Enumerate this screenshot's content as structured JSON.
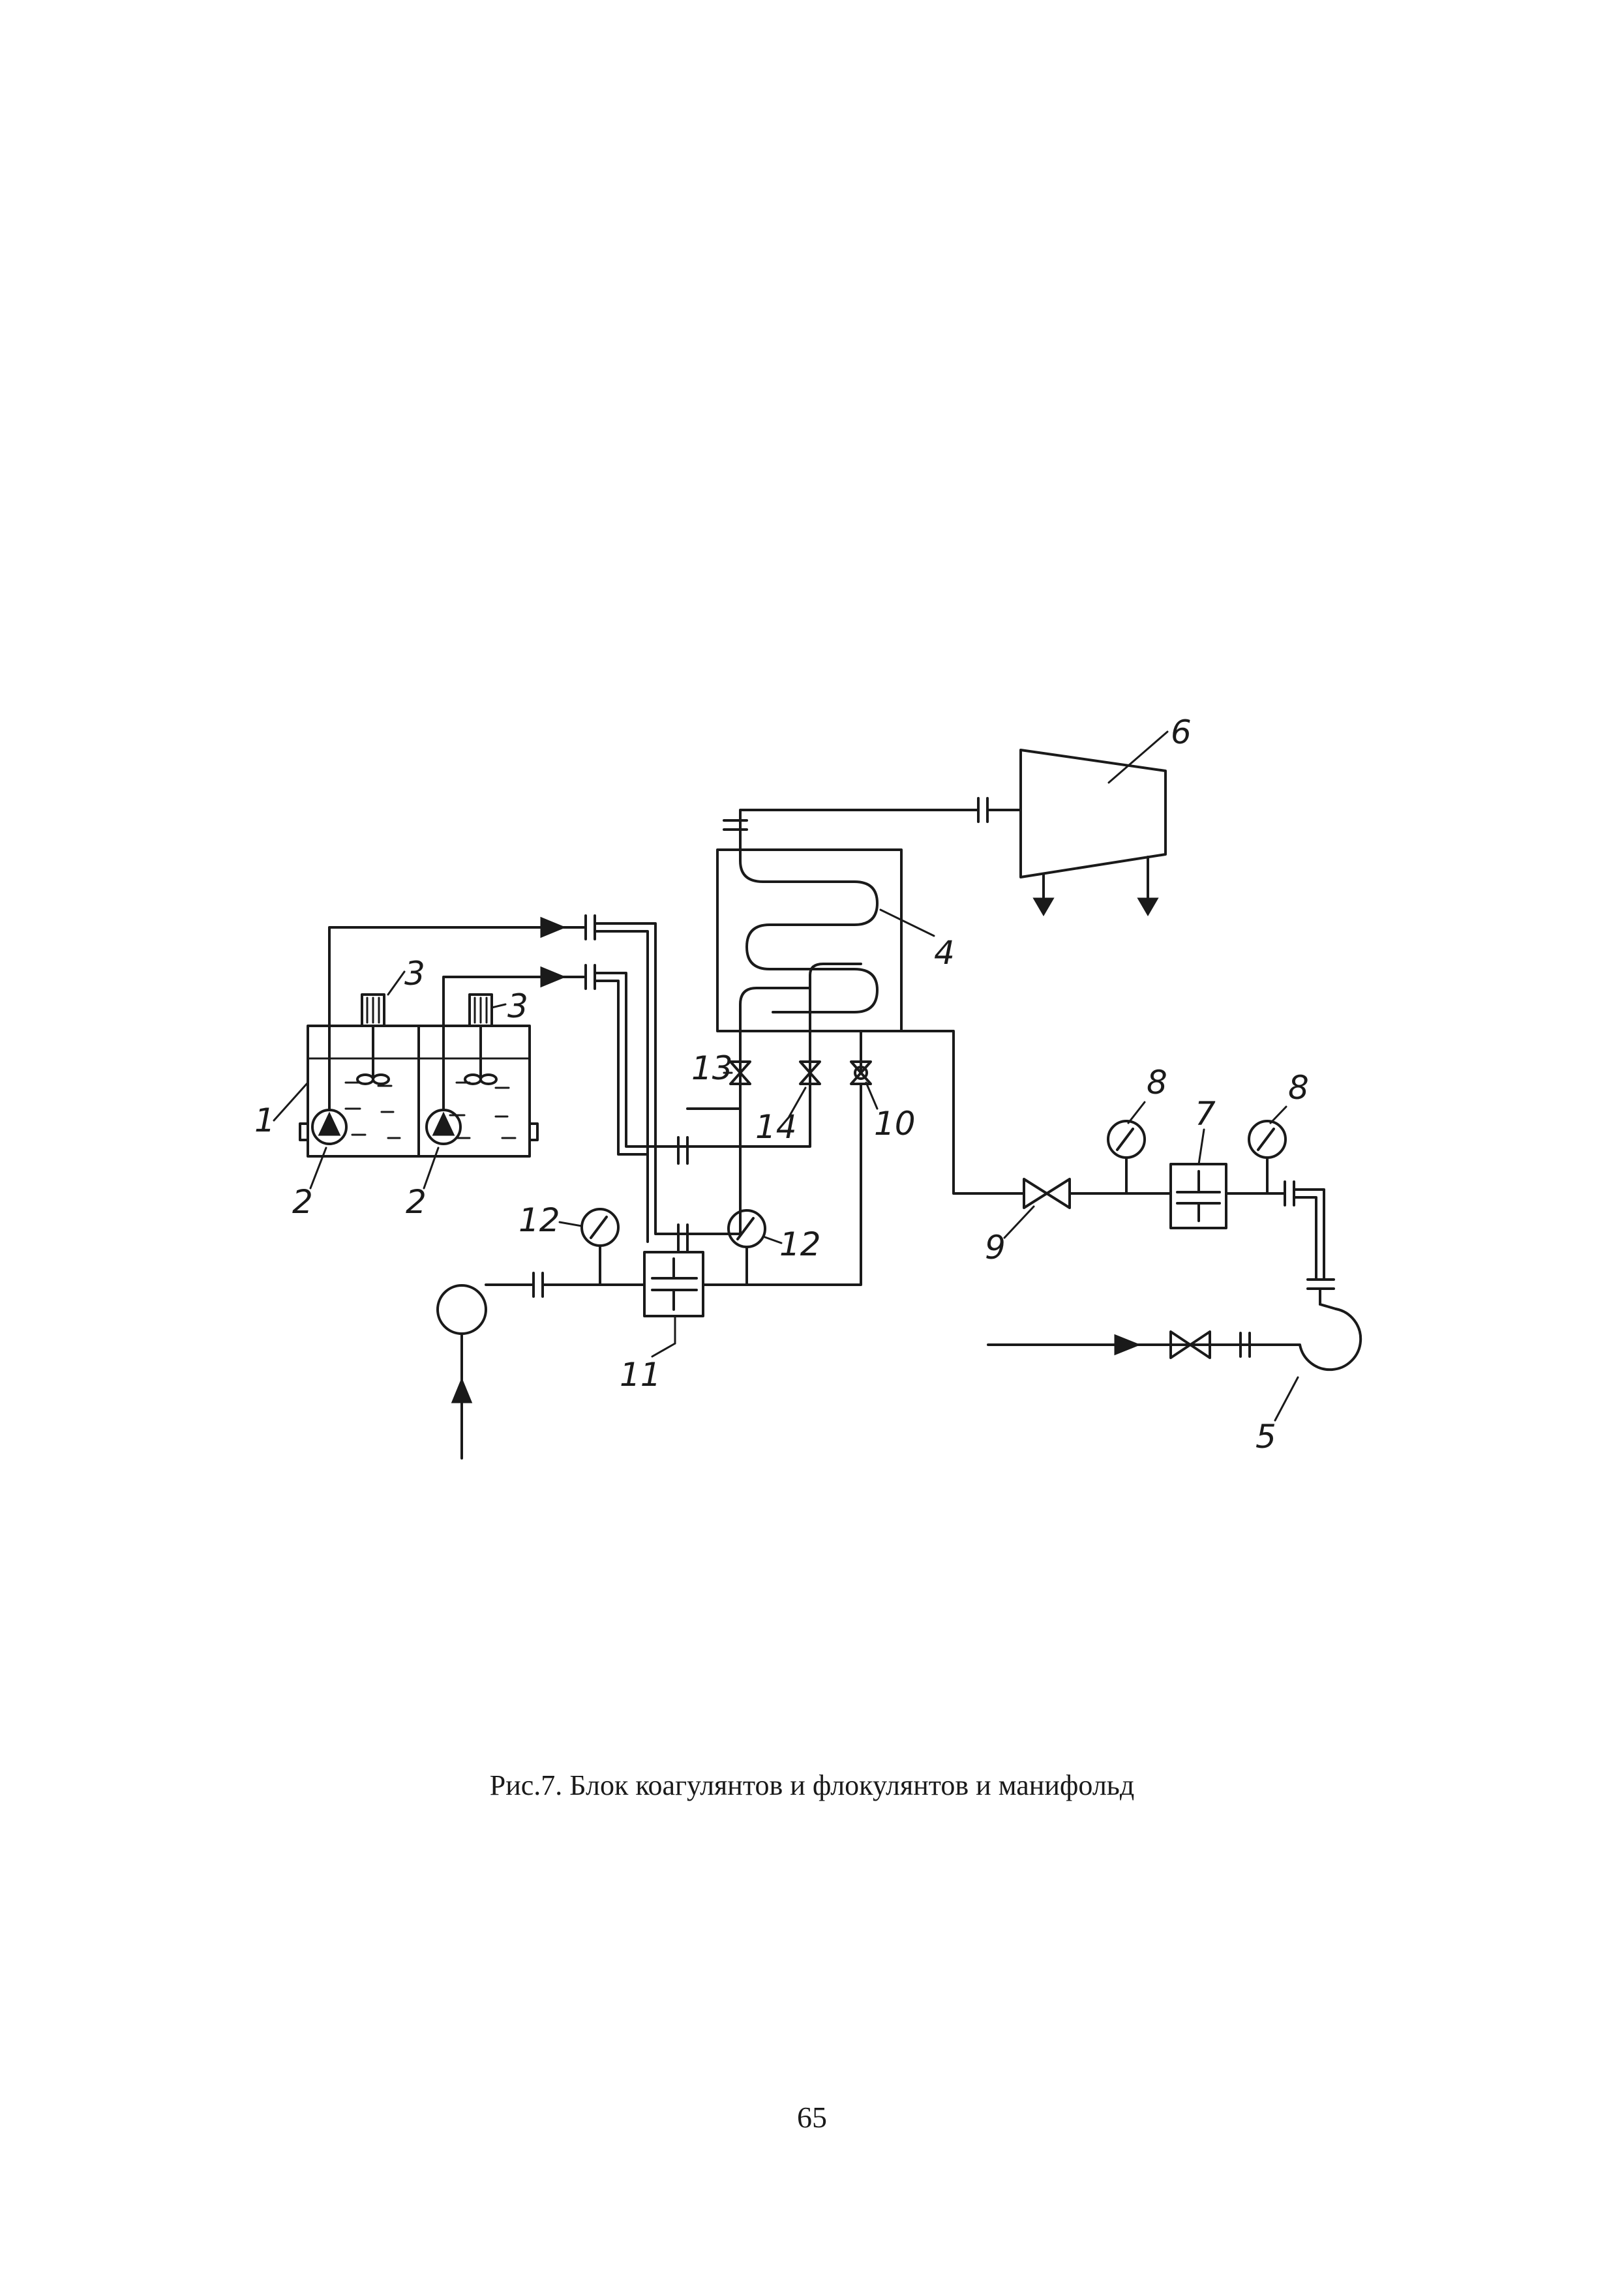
{
  "figure": {
    "caption": "Рис.7. Блок коагулянтов и флокулянтов и манифольд",
    "labels": {
      "l1": "1",
      "l2a": "2",
      "l2b": "2",
      "l3a": "3",
      "l3b": "3",
      "l4": "4",
      "l5": "5",
      "l6": "6",
      "l7": "7",
      "l8a": "8",
      "l8b": "8",
      "l9": "9",
      "l10": "10",
      "l11": "11",
      "l12a": "12",
      "l12b": "12",
      "l13": "13",
      "l14": "14"
    }
  },
  "page": {
    "number": "65"
  }
}
